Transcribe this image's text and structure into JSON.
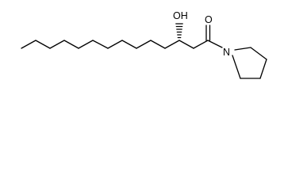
{
  "molecule": {
    "atoms": {
      "hydroxyl": "OH",
      "carbonyl_oxygen": "O",
      "ring_nitrogen": "N"
    },
    "colors": {
      "bond": "#000000",
      "label": "#000000",
      "background": "#ffffff"
    }
  }
}
